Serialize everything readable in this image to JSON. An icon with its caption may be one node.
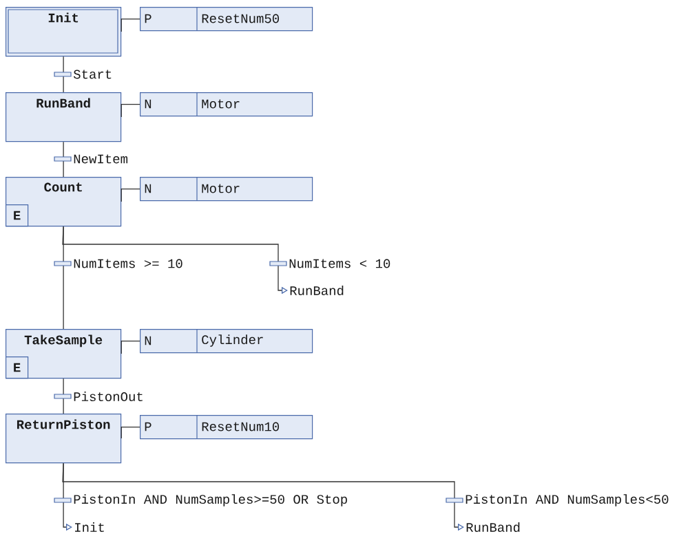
{
  "diagram": {
    "nodes": [
      {
        "text": [
          "Init"
        ]
      },
      {
        "text": [
          "P",
          "ResetNum50"
        ]
      },
      {
        "text": [
          "RunBand"
        ]
      },
      {
        "text": [
          "N",
          "Motor"
        ]
      },
      {
        "text": [
          "Count"
        ]
      },
      {
        "text": [
          "E"
        ],
        "in": 4
      },
      {
        "text": [
          "N",
          "Motor"
        ]
      },
      {
        "text": [
          "RunBand"
        ]
      },
      {
        "text": [
          "TakeSample"
        ]
      },
      {
        "text": [
          "E"
        ],
        "in": 8
      },
      {
        "text": [
          "N",
          "Cylinder"
        ]
      },
      {
        "text": [
          "ReturnPiston"
        ]
      },
      {
        "text": [
          "P",
          "ResetNum10"
        ]
      },
      {
        "text": [
          "Init"
        ]
      },
      {
        "text": [
          "RunBand"
        ]
      }
    ],
    "edges": [
      {
        "from": 0,
        "to": 1,
        "arrow": "none"
      },
      {
        "from": 0,
        "to": 2,
        "arrow": "none",
        "label": "Start"
      },
      {
        "from": 2,
        "to": 3,
        "arrow": "none"
      },
      {
        "from": 2,
        "to": 4,
        "arrow": "none",
        "label": "NewItem"
      },
      {
        "from": 4,
        "to": 6,
        "arrow": "none"
      },
      {
        "from": 4,
        "to": 8,
        "arrow": "none",
        "label": "NumItems >= 10"
      },
      {
        "from": 4,
        "to": 7,
        "arrow": "to",
        "label": "NumItems < 10"
      },
      {
        "from": 8,
        "to": 10,
        "arrow": "none"
      },
      {
        "from": 8,
        "to": 11,
        "arrow": "none",
        "label": "PistonOut"
      },
      {
        "from": 11,
        "to": 12,
        "arrow": "none"
      },
      {
        "from": 11,
        "to": 13,
        "arrow": "to",
        "label": "PistonIn AND NumSamples>=50 OR Stop"
      },
      {
        "from": 11,
        "to": 14,
        "arrow": "to",
        "label": "PistonIn AND NumSamples<50"
      }
    ]
  }
}
